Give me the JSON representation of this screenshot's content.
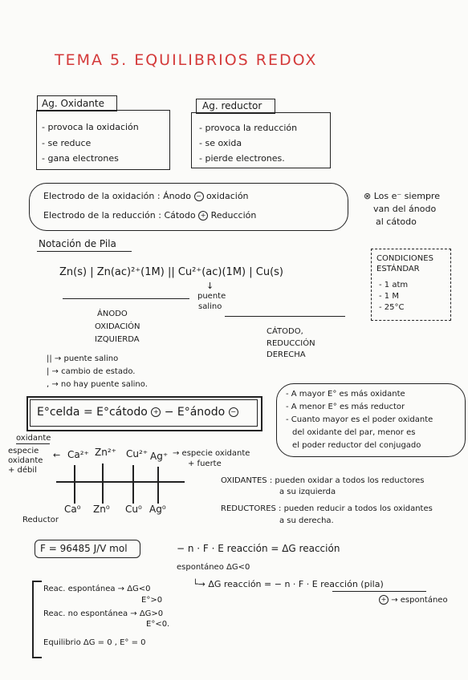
{
  "title": "TEMA 5. EQUILIBRIOS REDOX",
  "oxidante_box": {
    "heading": "Ag. Oxidante",
    "items": [
      "- provoca la oxidación",
      "- se reduce",
      "- gana electrones"
    ]
  },
  "reductor_box": {
    "heading": "Ag. reductor",
    "items": [
      "- provoca la reducción",
      "- se oxida",
      "- pierde electrones."
    ]
  },
  "electrodes": {
    "ox_line": "Electrodo de la oxidación : Ánodo",
    "ox_sign": "−",
    "ox_word": "oxidación",
    "red_line": "Electrodo de la reducción : Cátodo",
    "red_sign": "+",
    "red_word": "Reducción"
  },
  "electron_note": {
    "symbol": "⊗",
    "lines": [
      "Los e⁻ siempre",
      "van del ánodo",
      "al cátodo"
    ]
  },
  "notation": {
    "heading": "Notación de Pila",
    "cell": "Zn(s) | Zn(ac)²⁺(1M) || Cu²⁺(ac)(1M) | Cu(s)",
    "bridge_arrow": "↓",
    "bridge_label": [
      "puente",
      "salino"
    ],
    "anode_label": [
      "ÁNODO",
      "OXIDACIÓN",
      "IZQUIERDA"
    ],
    "cathode_label": [
      "CÁTODO,",
      "REDUCCIÓN",
      "DERECHA"
    ],
    "legend": [
      "|| → puente salino",
      "| → cambio de estado.",
      ", → no hay puente salino."
    ]
  },
  "standard_conditions": {
    "heading": "CONDICIONES ESTÁNDAR",
    "items": [
      "- 1 atm",
      "- 1 M",
      "- 25°C"
    ]
  },
  "ecelda": {
    "formula": "E°celda = E°cátodo",
    "plus": "+",
    "minus_part": "− E°ánodo",
    "minus": "−"
  },
  "e_notes": [
    "- A mayor E° es más oxidante",
    "- A menor E° es más reductor",
    "- Cuanto mayor es el poder oxidante",
    "del oxidante del par, menor es",
    "el poder reductor del conjugado"
  ],
  "scale": {
    "left_top": "oxidante",
    "left_mid": [
      "especie",
      "oxidante",
      "+ débil"
    ],
    "arrow_left": "←",
    "cations": [
      "Ca²⁺",
      "Zn²⁺",
      "Cu²⁺",
      "Ag⁺"
    ],
    "right_label": [
      "→ especie oxidante",
      "+ fuerte"
    ],
    "metals": [
      "Ca⁰",
      "Zn⁰",
      "Cu⁰",
      "Ag⁰"
    ],
    "bottom_left": "Reductor"
  },
  "oxidantes_text": [
    "OXIDANTES : pueden oxidar a todos los reductores",
    "a su izquierda"
  ],
  "reductores_text": [
    "REDUCTORES : pueden reducir a todos los oxidantes",
    "a su derecha."
  ],
  "faraday": "F = 96485 J/V mol",
  "gibbs": {
    "line1": "− n · F · E reacción = ΔG reacción",
    "line2": "espontáneo ΔG<0",
    "line3": "└→ ΔG reacción = − n · F · E reacción (pila)",
    "line4_sign": "+",
    "line4": "→ espontáneo"
  },
  "spontaneity": [
    "Reac. espontánea → ΔG<0",
    "E°>0",
    "Reac. no espontánea → ΔG>0",
    "E°<0.",
    "Equilibrio ΔG = 0 , E° = 0"
  ]
}
